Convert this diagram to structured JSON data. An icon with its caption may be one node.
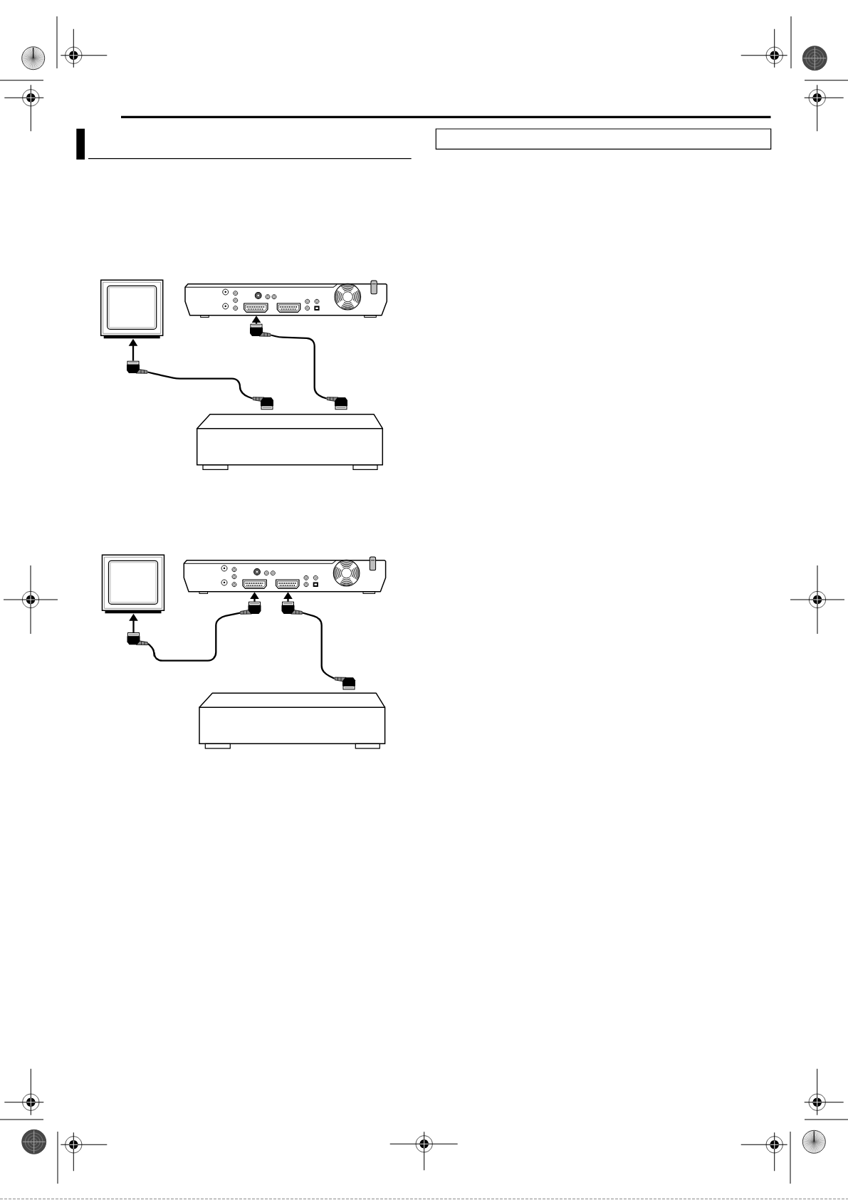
{
  "diagram": {
    "nodes": [
      {
        "text": [],
        "shape": "picture"
      },
      {
        "text": [],
        "shape": "picture"
      },
      {
        "text": [],
        "shape": "picture"
      },
      {
        "text": [],
        "shape": "picture"
      },
      {
        "text": [],
        "shape": "picture"
      },
      {
        "text": [],
        "shape": "picture"
      },
      {
        "text": [],
        "shape": "box"
      },
      {
        "text": [],
        "shape": "picture"
      },
      {
        "text": [],
        "shape": "picture"
      },
      {
        "text": [],
        "shape": "picture"
      },
      {
        "text": [],
        "shape": "picture"
      },
      {
        "text": [],
        "shape": "picture"
      },
      {
        "text": [],
        "shape": "picture"
      },
      {
        "text": [],
        "shape": "box"
      }
    ],
    "edges": [
      {
        "from": 3,
        "to": 0,
        "arrow": "to"
      },
      {
        "from": 2,
        "to": 1,
        "arrow": "to"
      },
      {
        "from": 3,
        "to": 4,
        "arrow": "none"
      },
      {
        "from": 2,
        "to": 5,
        "arrow": "none"
      },
      {
        "from": 11,
        "to": 7,
        "arrow": "to"
      },
      {
        "from": 9,
        "to": 8,
        "arrow": "to"
      },
      {
        "from": 10,
        "to": 8,
        "arrow": "to"
      },
      {
        "from": 11,
        "to": 9,
        "arrow": "none"
      },
      {
        "from": 10,
        "to": 12,
        "arrow": "none"
      }
    ]
  }
}
